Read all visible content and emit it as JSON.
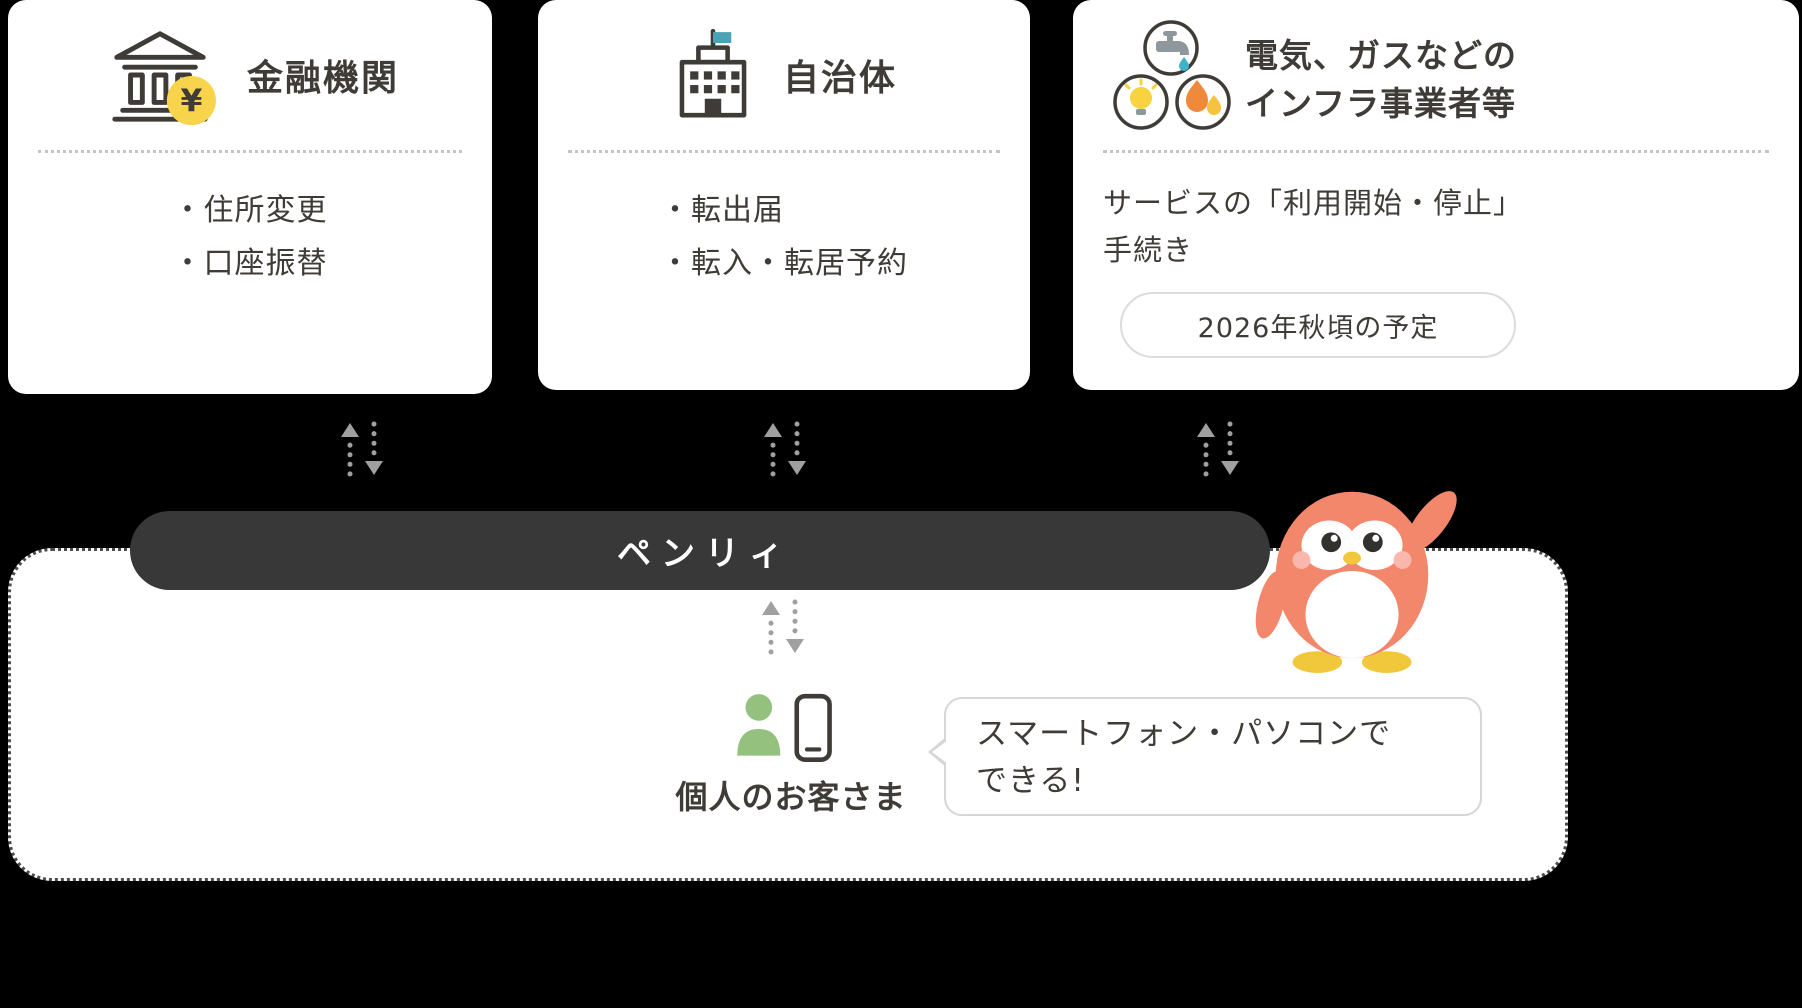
{
  "colors": {
    "background": "#000000",
    "card_bg": "#FFFFFF",
    "text": "#3F3B36",
    "hub_bar": "#383838",
    "hub_text": "#FFFFFF",
    "divider": "#C4C4C4",
    "badge_border": "#DCDCDC",
    "arrow_gray": "#9FA0A0",
    "coin_yellow": "#F7D44C",
    "flag_teal": "#49A3B4",
    "water_teal": "#3FB3C8",
    "bulb_yellow": "#F6D33F",
    "flame_orange": "#F08A3B",
    "flame_yellow": "#F6C33F",
    "person_green": "#94C17E",
    "penguin_coral": "#F2876B",
    "penguin_accent": "#F1C83B",
    "cheek_pink": "#F9B7AE"
  },
  "cards": [
    {
      "icon": "bank-icon",
      "title": "金融機関",
      "items": [
        "・住所変更",
        "・口座振替"
      ]
    },
    {
      "icon": "government-building-icon",
      "title": "自治体",
      "items": [
        "・転出届",
        "・転入・転居予約"
      ]
    },
    {
      "icon": "infrastructure-icons",
      "title_line1": "電気、ガスなどの",
      "title_line2": "インフラ事業者等",
      "desc_line1": "サービスの「利用開始・停止」",
      "desc_line2": "手続き",
      "badge": "2026年秋頃の予定"
    }
  ],
  "hub": {
    "label": "ペンリィ"
  },
  "customer": {
    "icon": "person-smartphone-icon",
    "label": "個人のお客さま",
    "speech_line1": "スマートフォン・パソコンで",
    "speech_line2": "できる!"
  },
  "mascot": {
    "icon": "penguin-mascot"
  }
}
